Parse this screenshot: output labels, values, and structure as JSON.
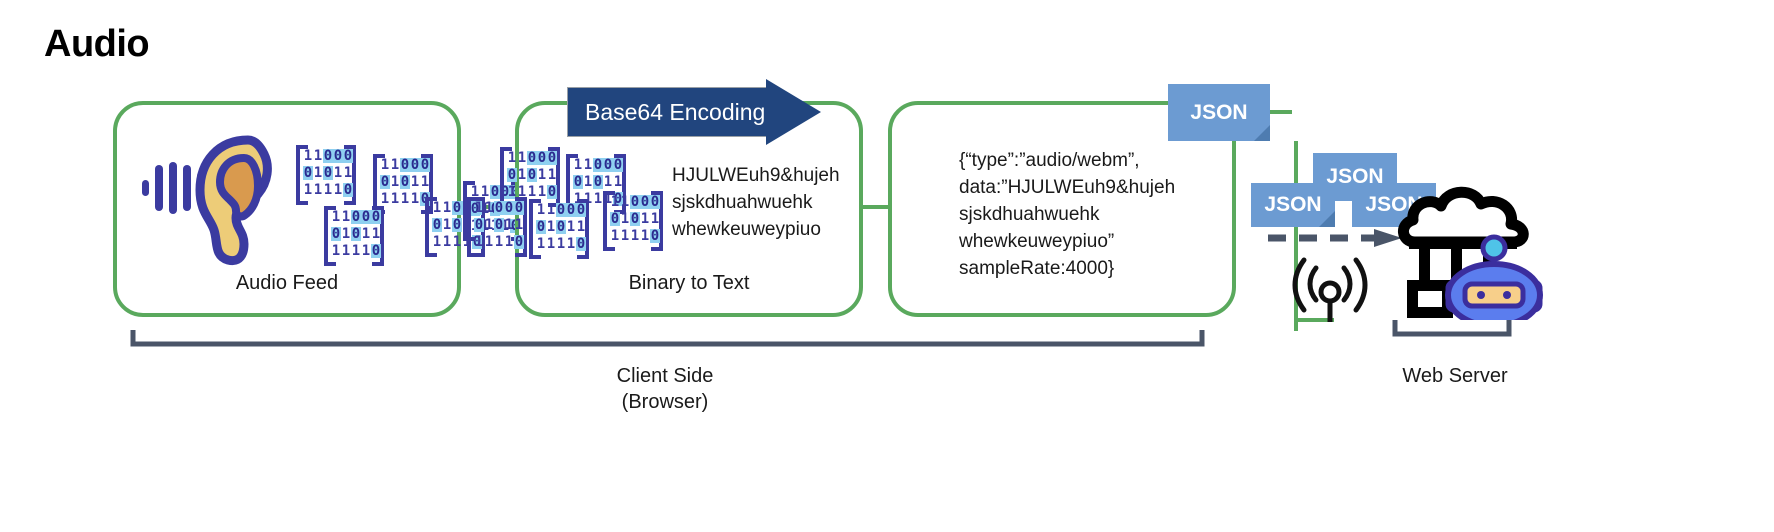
{
  "title": "Audio",
  "panels": [
    {
      "id": "audio-feed",
      "label": "Audio Feed"
    },
    {
      "id": "binary-to-text",
      "label": "Binary to Text"
    },
    {
      "id": "json-payload",
      "label": ""
    }
  ],
  "arrow": {
    "label": "Base64 Encoding"
  },
  "texts": {
    "base64_output": "HJULWEuh9&hujeh\nsjskdhuahwuehk\nwhewkeuweypiuo",
    "json_payload": "{“type”:”audio/webm”,\ndata:”HJULWEuh9&hujeh\nsjskdhuahwuehk\nwhewkeuweypiuo”\nsampleRate:4000}"
  },
  "binary_matrix": {
    "rows": [
      "11000",
      "01011",
      "11110"
    ],
    "count_left_panel": 5,
    "count_middle_panel": 5
  },
  "json_badges": [
    {
      "name": "json-badge-main",
      "label": "JSON"
    },
    {
      "name": "json-badge-top",
      "label": "JSON"
    },
    {
      "name": "json-badge-left",
      "label": "JSON"
    },
    {
      "name": "json-badge-right",
      "label": "JSON"
    }
  ],
  "brackets": {
    "client_label": "Client Side\n(Browser)",
    "server_label": "Web Server"
  },
  "colors": {
    "panel_border": "#5aa95d",
    "arrow_banner": "#21457e",
    "json_badge": "#6c9bd2",
    "bracket": "#4a5568",
    "binary_ink": "#3b3ba0",
    "binary_highlight": "#8fd0f0",
    "ear_outer": "#3b3ba0",
    "ear_fill": "#edcc78",
    "ear_inner": "#d99a4e",
    "robot_body": "#5b7dee",
    "robot_outline": "#3b2e9e",
    "robot_face": "#f7cf8a"
  },
  "icons": {
    "ear": "ear-icon",
    "waveform": "waveform-icon",
    "antenna": "wifi-antenna-icon",
    "cloud": "cloud-icon",
    "robot": "robot-icon",
    "dashed_arrow": "dashed-arrow-icon"
  }
}
